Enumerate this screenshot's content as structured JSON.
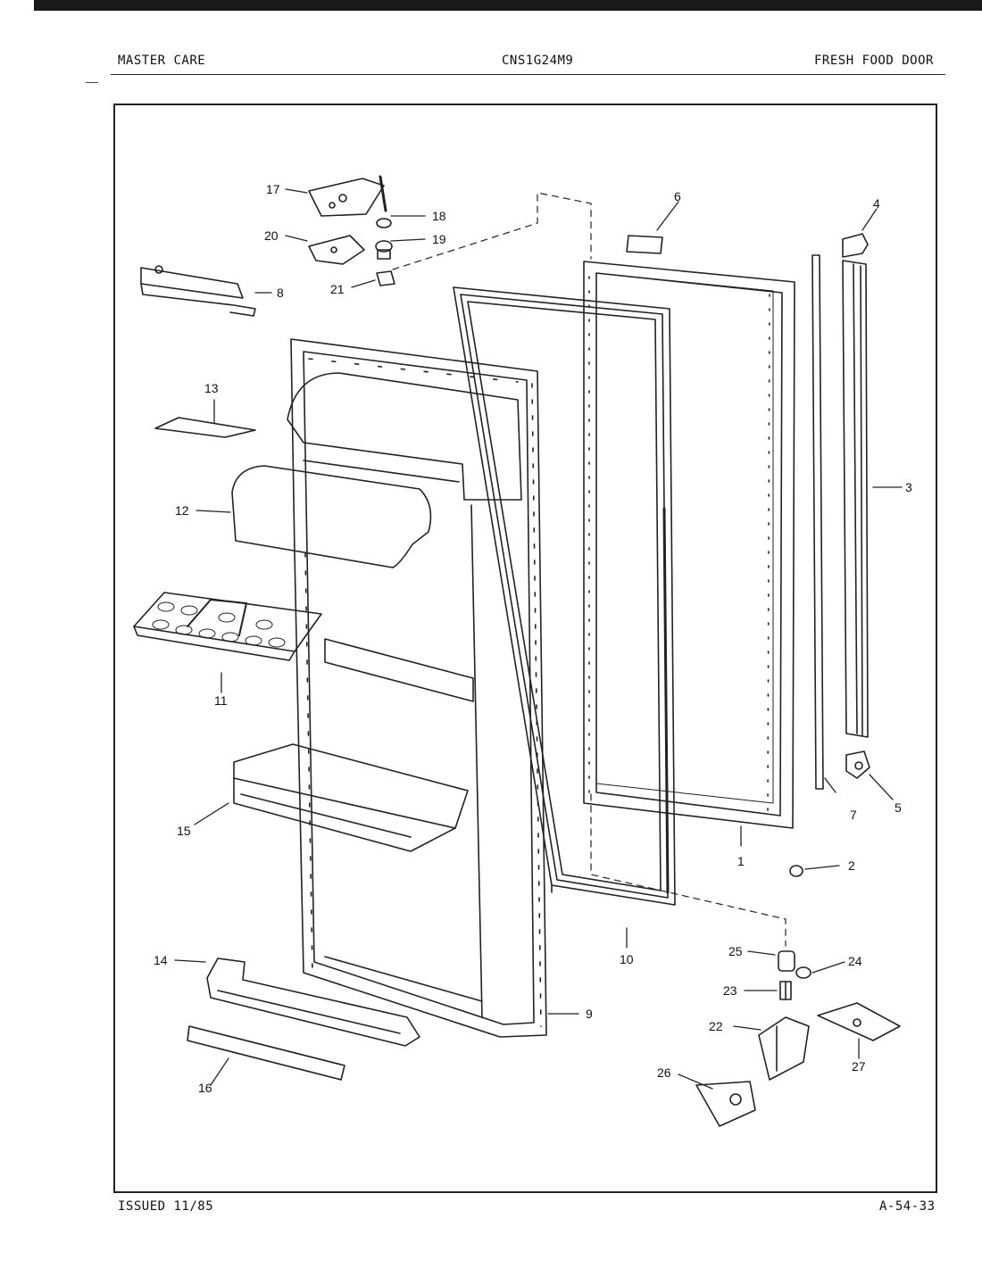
{
  "header": {
    "brand": "MASTER CARE",
    "model": "CNS1G24M9",
    "section": "FRESH FOOD DOOR"
  },
  "footer": {
    "issued": "ISSUED 11/85",
    "code": "A-54-33"
  },
  "parts": {
    "p1": "1",
    "p2": "2",
    "p3": "3",
    "p4": "4",
    "p5": "5",
    "p6": "6",
    "p7": "7",
    "p8": "8",
    "p9": "9",
    "p10": "10",
    "p11": "11",
    "p12": "12",
    "p13": "13",
    "p14": "14",
    "p15": "15",
    "p16": "16",
    "p17": "17",
    "p18": "18",
    "p19": "19",
    "p20": "20",
    "p21": "21",
    "p22": "22",
    "p23": "23",
    "p24": "24",
    "p25": "25",
    "p26": "26",
    "p27": "27"
  }
}
